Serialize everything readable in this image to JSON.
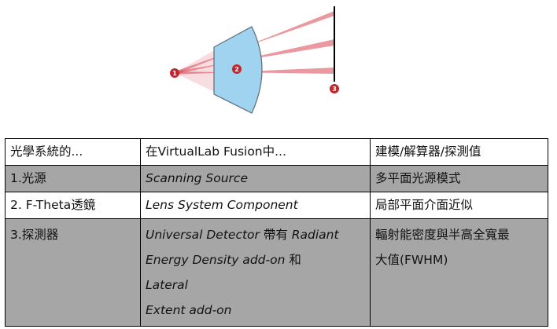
{
  "diagram": {
    "markers": [
      {
        "num": "1"
      },
      {
        "num": "2"
      },
      {
        "num": "3"
      }
    ],
    "colors": {
      "ray": "#d94552",
      "lens_fill": "#9fd3ef",
      "lens_stroke": "#5e6b78",
      "marker": "#c0262c",
      "detector": "#000000"
    }
  },
  "table": {
    "header": [
      "光學系統的...",
      "在VirtualLab Fusion中...",
      "建模/解算器/探測值"
    ],
    "rows": [
      {
        "c1": "1.光源",
        "c2": "Scanning Source",
        "c3": "多平面光源模式"
      },
      {
        "c1": "2. F-Theta透鏡",
        "c2": "Lens System Component",
        "c3": "局部平面介面近似"
      },
      {
        "c1": "3.探測器",
        "c2_parts": [
          "Universal Detector",
          " 帶有 ",
          "Radiant",
          "Energy Density add-on",
          " 和",
          "Lateral",
          "Extent add-on"
        ],
        "c3_lines": [
          "輻射能密度與半高全寬最",
          "大值(FWHM)"
        ]
      }
    ]
  }
}
